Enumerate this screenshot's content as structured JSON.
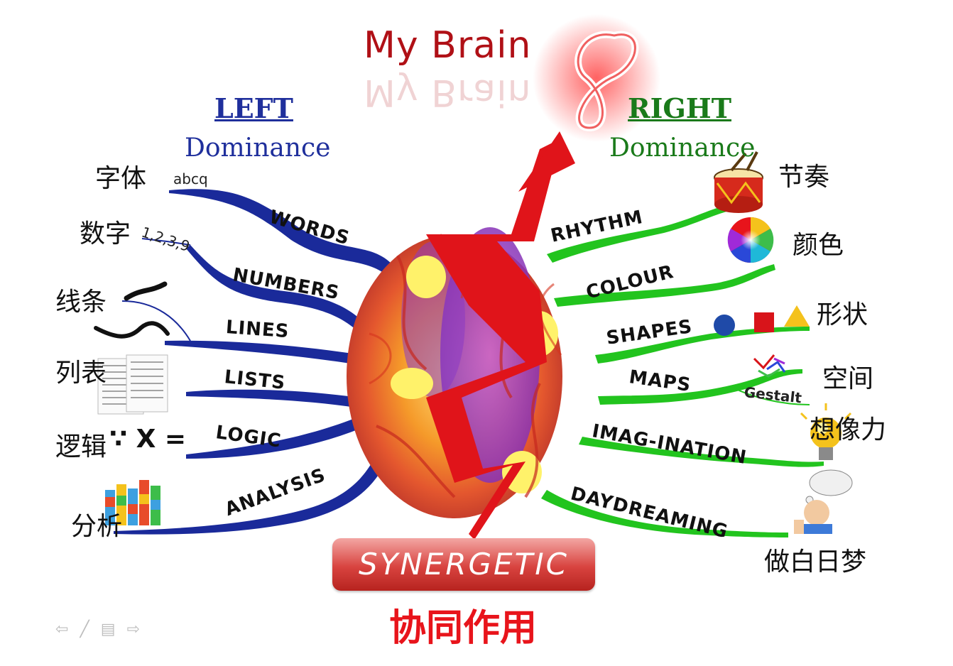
{
  "title": "My Brain",
  "left": {
    "heading": "LEFT",
    "subheading": "Dominance",
    "color": "#1f2f9c"
  },
  "right": {
    "heading": "RIGHT",
    "subheading": "Dominance",
    "color": "#1a7a1a"
  },
  "left_branches": [
    {
      "label": "WORDS",
      "cn": "字体",
      "note": "abcq"
    },
    {
      "label": "NUMBERS",
      "cn": "数字",
      "note": "1,2,3,9"
    },
    {
      "label": "LINES",
      "cn": "线条",
      "note": ""
    },
    {
      "label": "LISTS",
      "cn": "列表",
      "note": ""
    },
    {
      "label": "LOGIC",
      "cn": "逻辑",
      "note": "∵ X ="
    },
    {
      "label": "ANALYSIS",
      "cn": "分析",
      "note": ""
    }
  ],
  "right_branches": [
    {
      "label": "RHYTHM",
      "cn": "节奏",
      "note": "",
      "icon": "drum-icon"
    },
    {
      "label": "COLOUR",
      "cn": "颜色",
      "note": "",
      "icon": "color-wheel-icon"
    },
    {
      "label": "SHAPES",
      "cn": "形状",
      "note": "",
      "icon": "shapes-icon"
    },
    {
      "label": "MAPS",
      "cn": "空间",
      "note": "Gestalt",
      "icon": "gestalt-icon"
    },
    {
      "label": "IMAG-INATION",
      "cn": "想像力",
      "note": "",
      "icon": "lightbulb-icon"
    },
    {
      "label": "DAYDREAMING",
      "cn": "做白日梦",
      "note": "",
      "icon": "daydreamer-icon"
    }
  ],
  "synergy": {
    "label": "SYNERGETIC",
    "cn": "协同作用"
  },
  "colors": {
    "title": "#b01016",
    "left_branch": "#1a2a9a",
    "right_branch": "#22c41e",
    "arrow": "#e0141a"
  },
  "nav": {
    "prev": "⇦",
    "pen": "╱",
    "menu": "▤",
    "next": "⇨"
  }
}
